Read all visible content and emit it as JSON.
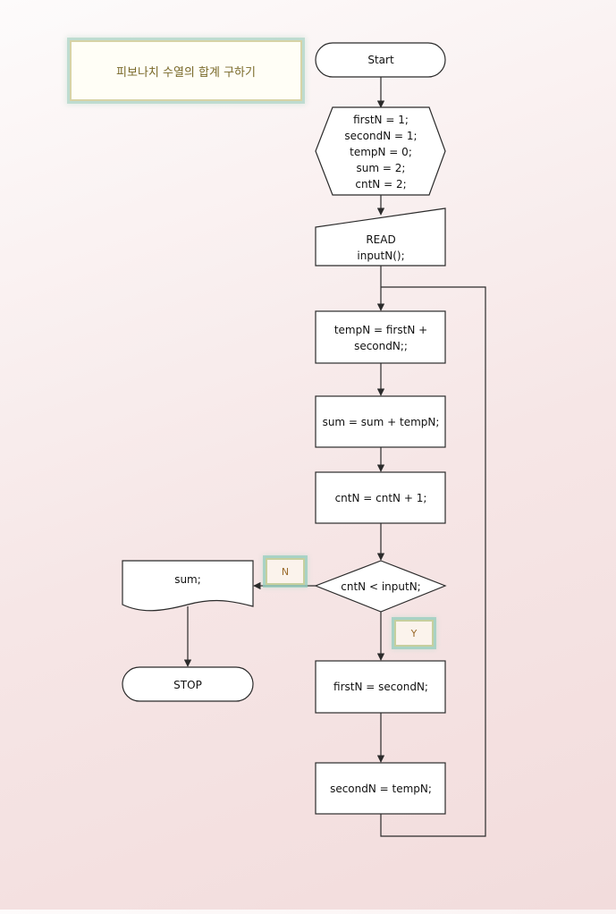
{
  "title": "피보나치 수열의 합계 구하기",
  "nodes": {
    "start": "Start",
    "init": [
      "firstN = 1;",
      "secondN = 1;",
      "tempN = 0;",
      "sum = 2;",
      "cntN = 2;"
    ],
    "read": [
      "READ",
      "inputN();"
    ],
    "temp_assign": [
      "tempN = firstN +",
      "secondN;;"
    ],
    "sum_assign": "sum = sum + tempN;",
    "cnt_inc": "cntN = cntN + 1;",
    "condition": "cntN < inputN;",
    "output": "sum;",
    "stop": "STOP",
    "first_assign": "firstN = secondN;",
    "second_assign": "secondN = tempN;"
  },
  "branch_labels": {
    "no": "N",
    "yes": "Y"
  },
  "colors": {
    "stroke": "#2b2b2b",
    "shape_fill": "#ffffff",
    "title_text": "#7a6a2a",
    "tag_text": "#9a6a2a"
  }
}
